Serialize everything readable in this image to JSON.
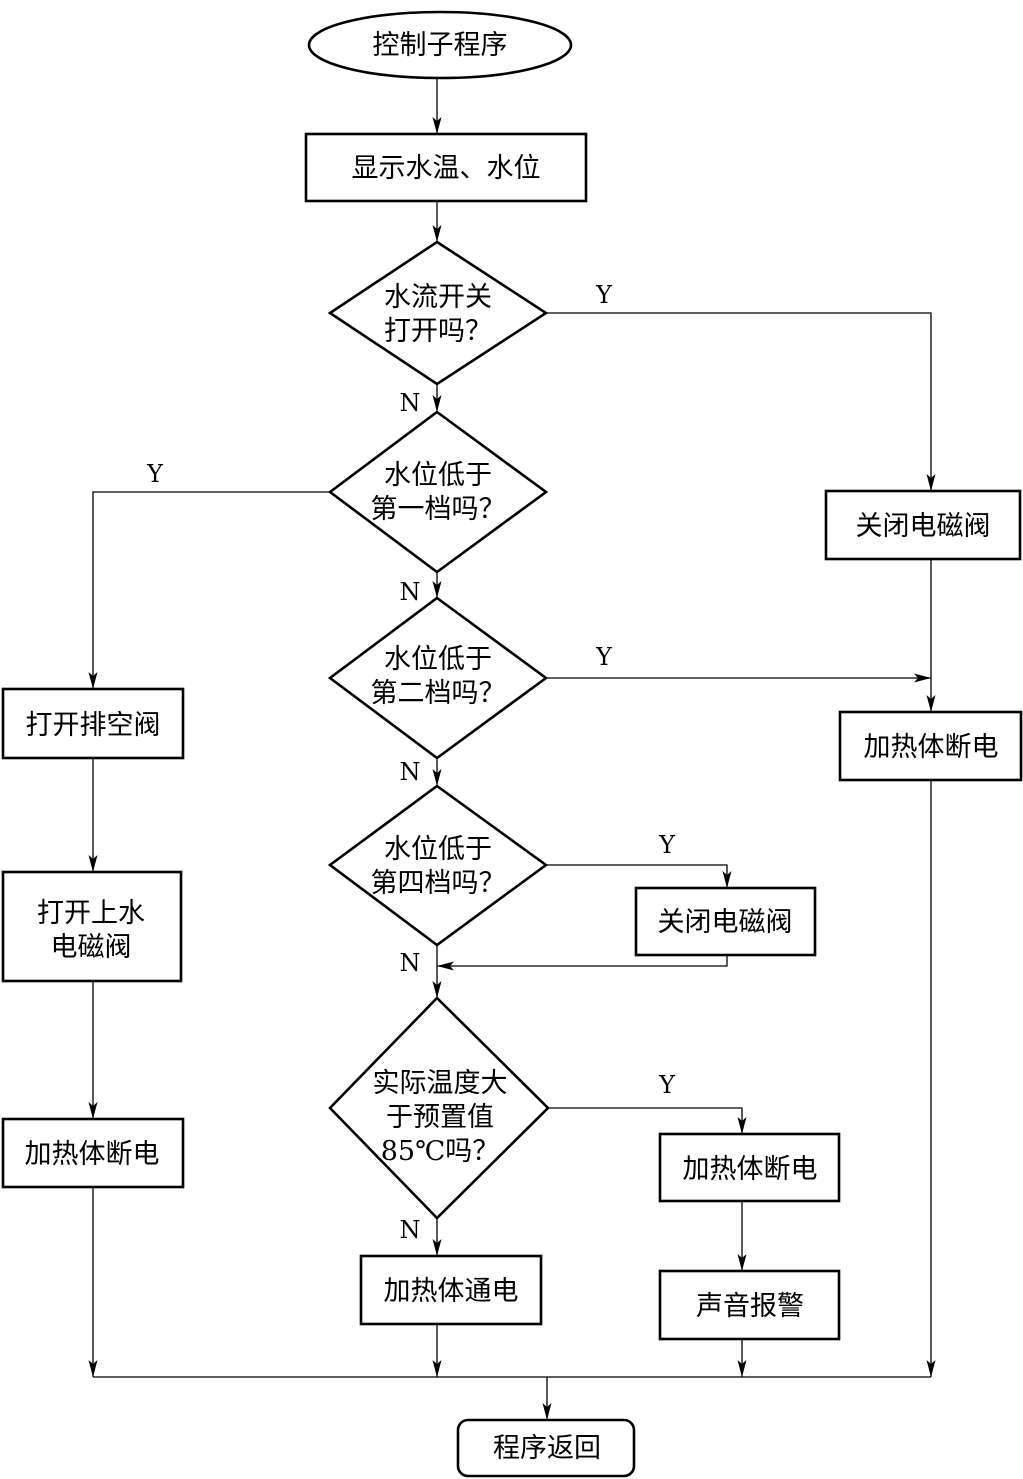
{
  "nodes": {
    "start": "控制子程序",
    "display": "显示水温、水位",
    "d_switch": [
      "水流开关",
      "打开吗？"
    ],
    "d_level1": [
      "水位低于",
      "第一档吗？"
    ],
    "d_level2": [
      "水位低于",
      "第二档吗？"
    ],
    "d_level4": [
      "水位低于",
      "第四档吗？"
    ],
    "d_temp": [
      "实际温度大",
      "于预置值",
      "85℃吗？"
    ],
    "close_valve_right": "关闭电磁阀",
    "heater_off_right": "加热体断电",
    "open_drain": "打开排空阀",
    "open_inlet": [
      "打开上水",
      "电磁阀"
    ],
    "heater_off_left": "加热体断电",
    "close_valve_mid": "关闭电磁阀",
    "heater_on": "加热体通电",
    "heater_off_mid": "加热体断电",
    "alarm": "声音报警",
    "end": "程序返回"
  },
  "labels": {
    "switch_yes": "Y",
    "switch_no": "N",
    "level1_yes": "Y",
    "level1_no": "N",
    "level2_yes": "Y",
    "level2_no": "N",
    "level4_yes": "Y",
    "level4_no": "N",
    "temp_yes": "Y",
    "temp_no": "N"
  }
}
